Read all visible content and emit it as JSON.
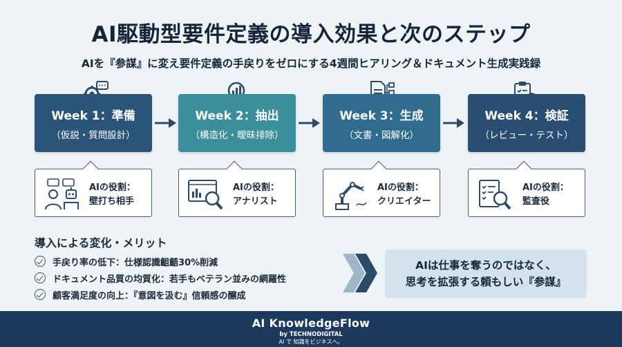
{
  "header": {
    "title": "AI駆動型要件定義の導入効果と次のステップ",
    "subtitle": "AIを『参謀』に変え要件定義の手戻りをゼロにする4週間ヒアリング＆ドキュメント生成実践録"
  },
  "steps": [
    {
      "week": "Week 1：準備",
      "detail": "（仮説・質問設計）",
      "icon": "gear-chat-icon",
      "role_label": "AIの役割：",
      "role": "壁打ち相手",
      "role_icon": "person-robot-chat-icon",
      "color": "#2b5578"
    },
    {
      "week": "Week 2：抽出",
      "detail": "（構造化・曖昧排除）",
      "icon": "magnifier-chart-icon",
      "role_label": "AIの役割：",
      "role": "アナリスト",
      "role_icon": "dashboard-magnifier-icon",
      "color": "#3a8f9a"
    },
    {
      "week": "Week 3：生成",
      "detail": "（文書・図解化）",
      "icon": "document-flow-icon",
      "role_label": "AIの役割：",
      "role": "クリエイター",
      "role_icon": "robot-arm-icon",
      "color": "#2f6c8d"
    },
    {
      "week": "Week 4：検証",
      "detail": "（レビュー・テスト）",
      "icon": "clipboard-shield-icon",
      "role_label": "AIの役割：",
      "role": "監査役",
      "role_icon": "checklist-magnifier-icon",
      "color": "#2a4e72"
    }
  ],
  "benefits": {
    "heading": "導入による変化・メリット",
    "items": [
      "手戻り率の低下：仕様認識齟齬30%削減",
      "ドキュメント品質の均質化：若手もベテラン並みの網羅性",
      "顧客満足度の向上：『意図を汲む』信頼感の醸成"
    ]
  },
  "quote": {
    "line1": "AIは仕事を奪うのではなく、",
    "line2": "思考を拡張する頼もしい『参謀』"
  },
  "footer": {
    "brand": "AI KnowledgeFlow",
    "by": "by TECHNODIGITAL",
    "tagline": "AI で 知識をビジネスへ。"
  }
}
